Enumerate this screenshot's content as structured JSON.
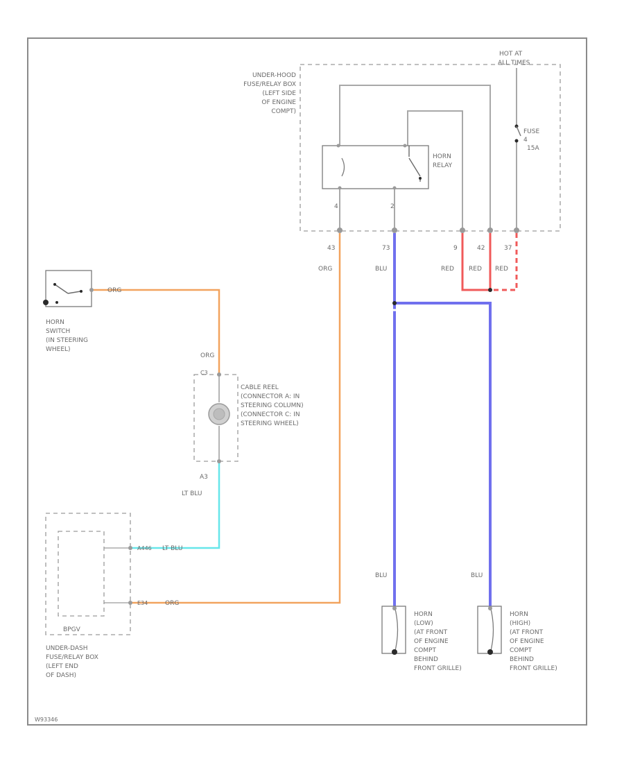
{
  "colors": {
    "orange": "#f2a35e",
    "blue": "#7070ee",
    "light_blue": "#66e6ea",
    "red": "#f05a5a",
    "gray": "#a8a8a8"
  },
  "fuse_box_top": {
    "label": [
      "UNDER-HOOD",
      "FUSE/RELAY BOX",
      "(LEFT SIDE",
      "OF ENGINE",
      "COMPT)"
    ],
    "hot_label": [
      "HOT AT",
      "ALL TIMES"
    ],
    "fuse_label": [
      "FUSE",
      "4",
      "15A"
    ],
    "relay_label": [
      "HORN",
      "RELAY"
    ],
    "pin_labels": [
      "4",
      "2"
    ],
    "terminals": [
      "43",
      "73",
      "9",
      "42",
      "37"
    ]
  },
  "wire_labels": {
    "org_left": "ORG",
    "blu_top": "BLU",
    "red1": "RED",
    "red2": "RED",
    "red3": "RED",
    "org_switch": "ORG",
    "org_reel": "ORG",
    "lt_blu": "LT BLU",
    "lt_blu_bottom": "LT BLU",
    "org_bottom": "ORG",
    "blu_horn_low": "BLU",
    "blu_horn_high": "BLU"
  },
  "horn_switch": {
    "label": [
      "HORN",
      "SWITCH",
      "(IN STEERING",
      "WHEEL)"
    ]
  },
  "cable_reel": {
    "label": [
      "CABLE REEL",
      "(CONNECTOR A: IN",
      "STEERING COLUMN)",
      "(CONNECTOR C: IN",
      "STEERING WHEEL)"
    ],
    "top_pin": "C3",
    "bottom_pin": "A3"
  },
  "dash_box": {
    "inner_label": "BPGV",
    "pin_top": "A446",
    "pin_bottom": "E34",
    "label": [
      "UNDER-DASH",
      "FUSE/RELAY BOX",
      "(LEFT END",
      "OF DASH)"
    ]
  },
  "horn_low": {
    "label": [
      "HORN",
      "(LOW)",
      "(AT FRONT",
      "OF ENGINE",
      "COMPT",
      "BEHIND",
      "FRONT GRILLE)"
    ]
  },
  "horn_high": {
    "label": [
      "HORN",
      "(HIGH)",
      "(AT FRONT",
      "OF ENGINE",
      "COMPT",
      "BEHIND",
      "FRONT GRILLE)"
    ]
  },
  "footer_code": "W93346"
}
